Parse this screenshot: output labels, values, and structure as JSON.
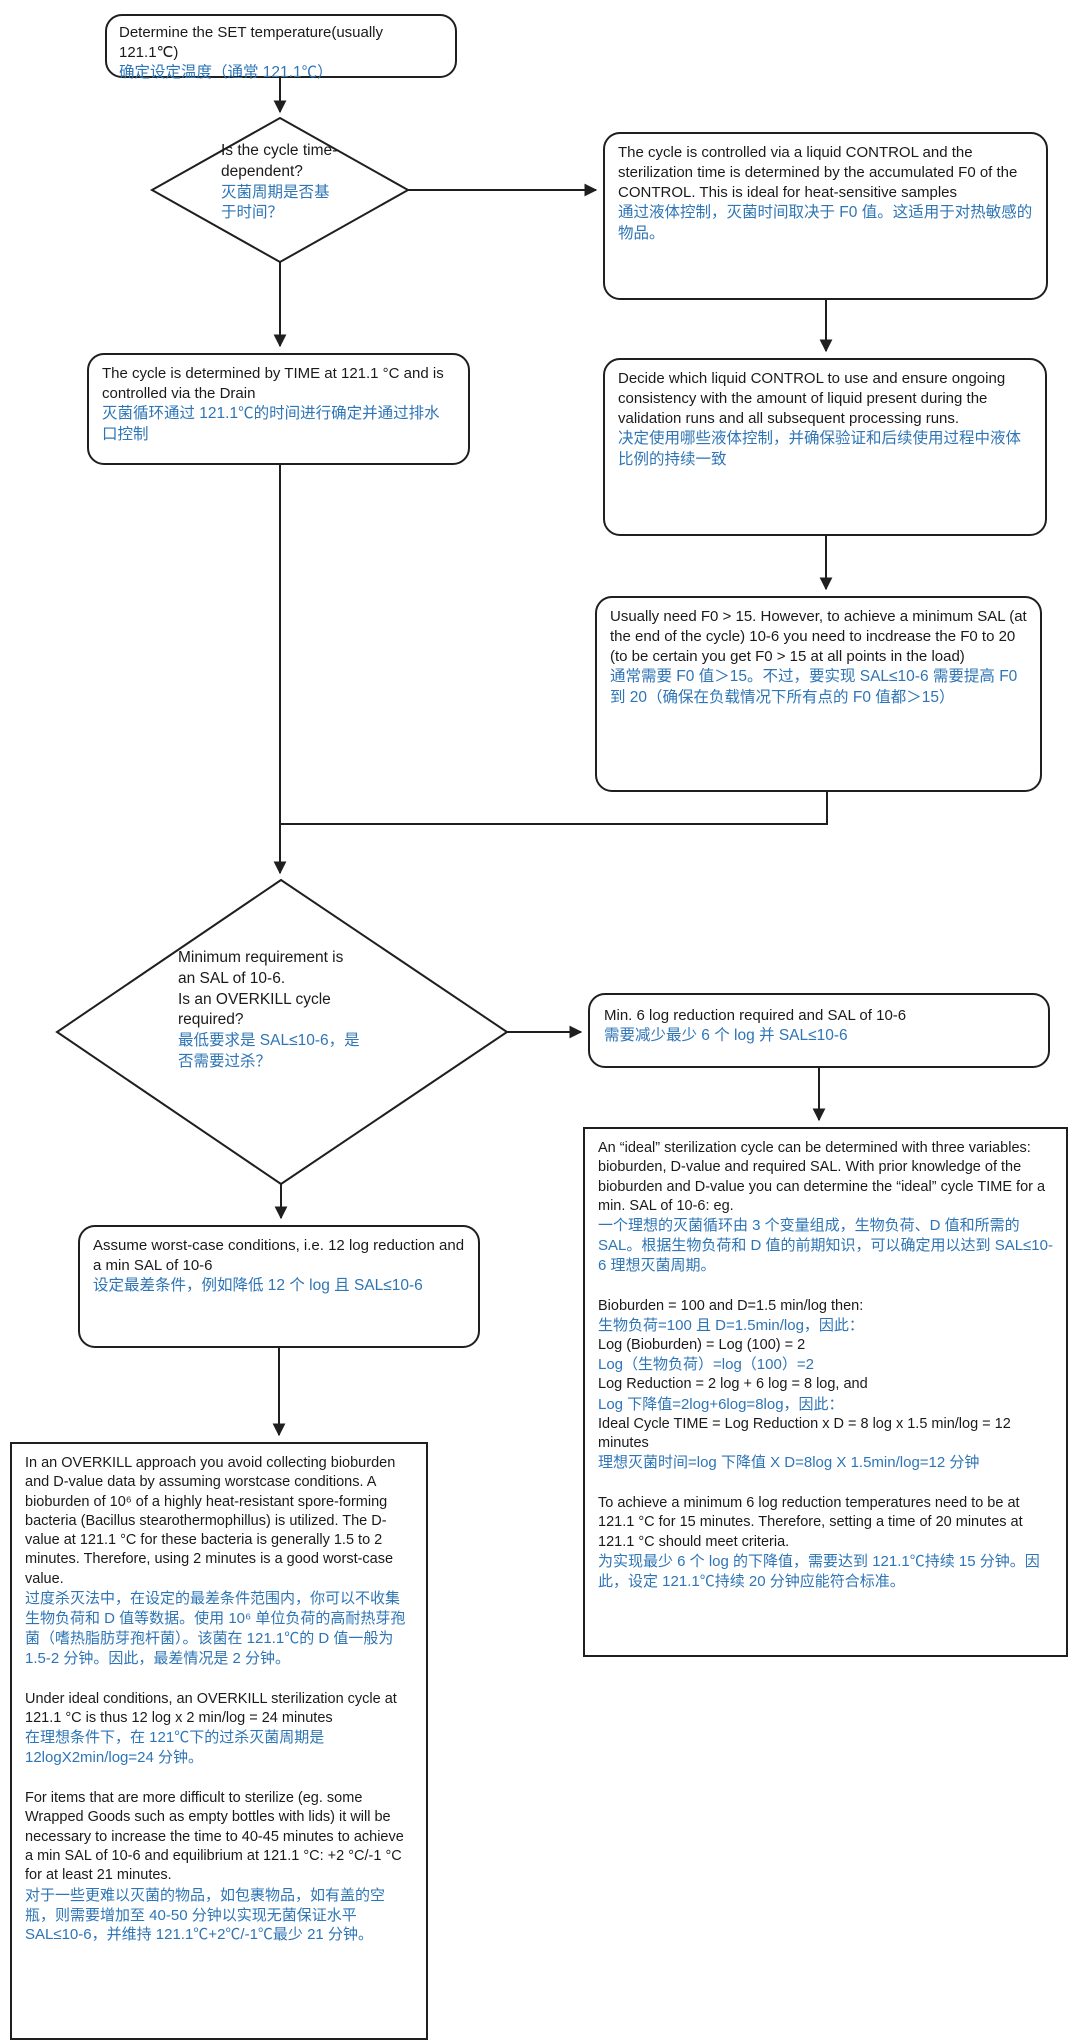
{
  "colors": {
    "text": "#1a1a1a",
    "chinese_text": "#2E75B6",
    "border": "#1f1f1f",
    "background": "#ffffff"
  },
  "nodes": {
    "set_temp": {
      "en": "Determine the SET temperature(usually 121.1℃)",
      "cn": "确定设定温度（通常 121.1℃）"
    },
    "d1": {
      "en": "Is the cycle time-dependent?",
      "cn": "灭菌周期是否基于时间？"
    },
    "liquid_control": {
      "en": "The cycle is controlled via a liquid CONTROL and the sterilization time is determined by the accumulated F0 of the CONTROL. This is ideal for heat-sensitive samples",
      "cn": "通过液体控制，灭菌时间取决于 F0 值。这适用于对热敏感的物品。"
    },
    "time_drain": {
      "en": "The cycle is determined by TIME at 121.1 °C and is controlled via the Drain",
      "cn": "灭菌循环通过 121.1℃的时间进行确定并通过排水口控制"
    },
    "decide_control": {
      "en": "Decide which liquid CONTROL to use and ensure ongoing consistency with the amount of liquid present during the validation runs and all subsequent processing runs.",
      "cn": "决定使用哪些液体控制，并确保验证和后续使用过程中液体比例的持续一致"
    },
    "f0_15": {
      "en": "Usually need F0 > 15. However, to achieve a minimum SAL (at the end of the cycle) 10-6 you need to incdrease the F0 to 20 (to be certain you get F0 > 15 at all points in the load)",
      "cn": "通常需要 F0 值＞15。不过，要实现 SAL≤10-6 需要提高 F0 到 20（确保在负载情况下所有点的 F0 值都＞15）"
    },
    "d2": {
      "en1": "Minimum requirement is an SAL of 10-6.",
      "en2": "Is an OVERKILL cycle required?",
      "cn": "最低要求是 SAL≤10-6，是否需要过杀？"
    },
    "min6log": {
      "en": "Min. 6 log reduction required and SAL of 10-6",
      "cn": "需要减少最少 6 个 log 并 SAL≤10-6"
    },
    "worst_case": {
      "en": "Assume worst-case conditions, i.e. 12 log reduction and a min SAL of 10-6",
      "cn": "设定最差条件，例如降低 12 个 log 且 SAL≤10-6"
    },
    "ideal": {
      "paras": [
        {
          "type": "en",
          "text": "An “ideal” sterilization cycle can be determined with three variables: bioburden, D-value and required SAL. With prior knowledge of the bioburden and D-value you can determine the “ideal” cycle TIME for a min. SAL of 10-6: eg."
        },
        {
          "type": "cn",
          "text": "一个理想的灭菌循环由 3 个变量组成，生物负荷、D 值和所需的 SAL。根据生物负荷和 D 值的前期知识，可以确定用以达到 SAL≤10-6 理想灭菌周期。"
        },
        {
          "type": "gap",
          "text": ""
        },
        {
          "type": "en",
          "text": "Bioburden = 100 and D=1.5 min/log then:"
        },
        {
          "type": "cn",
          "text": "生物负荷=100 且 D=1.5min/log，因此："
        },
        {
          "type": "en",
          "text": "Log (Bioburden) = Log (100) = 2"
        },
        {
          "type": "cn",
          "text": "Log（生物负荷）=log（100）=2"
        },
        {
          "type": "en",
          "text": "Log Reduction = 2 log + 6 log = 8 log, and"
        },
        {
          "type": "cn",
          "text": "Log 下降值=2log+6log=8log，因此："
        },
        {
          "type": "en",
          "text": "Ideal Cycle TIME = Log Reduction x D = 8 log x 1.5 min/log = 12 minutes"
        },
        {
          "type": "cn",
          "text": "理想灭菌时间=log 下降值 X D=8log X 1.5min/log=12 分钟"
        },
        {
          "type": "gap",
          "text": ""
        },
        {
          "type": "en",
          "text": "To achieve a minimum 6 log reduction temperatures need to be at 121.1 °C for 15 minutes. Therefore, setting a time of 20 minutes at 121.1 °C should meet criteria."
        },
        {
          "type": "cn",
          "text": "为实现最少 6 个 log 的下降值，需要达到 121.1℃持续 15 分钟。因此，设定 121.1℃持续 20 分钟应能符合标准。"
        }
      ]
    },
    "overkill": {
      "paras": [
        {
          "type": "en",
          "text": "In an OVERKILL approach you avoid collecting bioburden and D-value data by assuming worstcase conditions. A bioburden of 10⁶ of a highly heat-resistant spore-forming bacteria (Bacillus stearothermophillus) is utilized. The D-value at 121.1 °C for these bacteria is generally 1.5 to 2 minutes. Therefore, using 2 minutes is a good worst-case value."
        },
        {
          "type": "cn",
          "text": "过度杀灭法中，在设定的最差条件范围内，你可以不收集生物负荷和 D 值等数据。使用 10⁶ 单位负荷的高耐热芽孢菌（嗜热脂肪芽孢杆菌）。该菌在 121.1℃的 D 值一般为 1.5-2 分钟。因此，最差情况是 2 分钟。"
        },
        {
          "type": "gap",
          "text": ""
        },
        {
          "type": "en",
          "text": "Under ideal conditions, an OVERKILL sterilization cycle at 121.1 °C is thus 12 log x 2 min/log = 24 minutes"
        },
        {
          "type": "cn",
          "text": "在理想条件下，在 121℃下的过杀灭菌周期是 12logX2min/log=24 分钟。"
        },
        {
          "type": "gap",
          "text": ""
        },
        {
          "type": "en",
          "text": "For items that are more difficult to sterilize (eg. some Wrapped Goods such as empty bottles with lids) it will be necessary to increase the time to 40-45 minutes to achieve a min SAL of 10-6 and equilibrium at 121.1 °C: +2 °C/-1 °C for at least 21 minutes."
        },
        {
          "type": "cn",
          "text": "对于一些更难以灭菌的物品，如包裹物品，如有盖的空瓶，则需要增加至 40-50 分钟以实现无菌保证水平 SAL≤10-6，并维持 121.1℃+2℃/-1℃最少 21 分钟。"
        }
      ]
    }
  }
}
